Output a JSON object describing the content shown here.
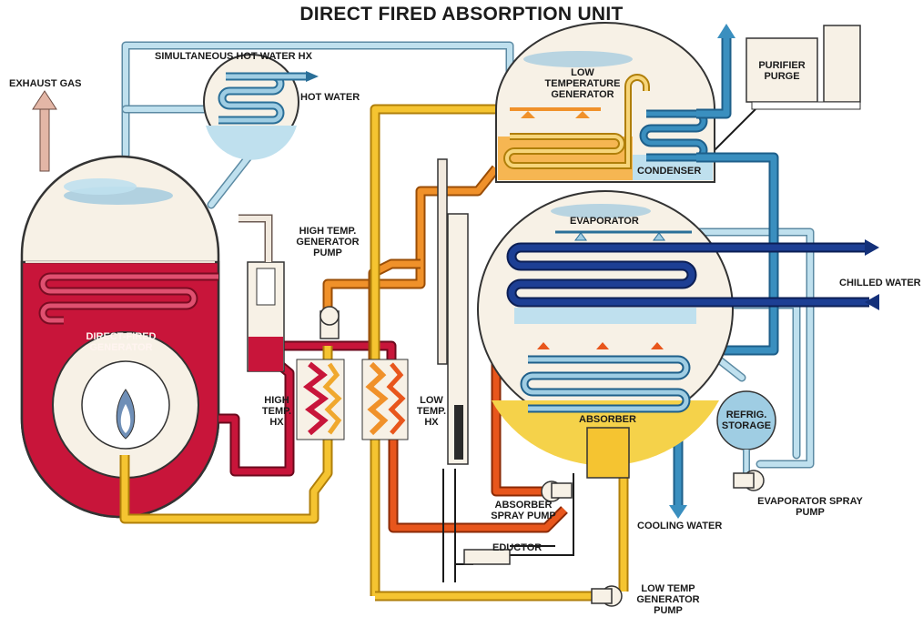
{
  "title": "DIRECT FIRED ABSORPTION UNIT",
  "labels": {
    "exhaust_gas": "EXHAUST GAS",
    "simultaneous_hot_water_hx": "SIMULTANEOUS HOT WATER HX",
    "hot_water": "HOT WATER",
    "low_temp_generator_1": "LOW",
    "low_temp_generator_2": "TEMPERATURE",
    "low_temp_generator_3": "GENERATOR",
    "purifier_purge_1": "PURIFIER",
    "purifier_purge_2": "PURGE",
    "condenser": "CONDENSER",
    "evaporator": "EVAPORATOR",
    "chilled_water": "CHILLED WATER",
    "high_temp_generator_pump_1": "HIGH TEMP.",
    "high_temp_generator_pump_2": "GENERATOR",
    "high_temp_generator_pump_3": "PUMP",
    "direct_fired_generator_1": "DIRECT-FIRED",
    "direct_fired_generator_2": "GENERATOR",
    "high_temp_hx_1": "HIGH",
    "high_temp_hx_2": "TEMP.",
    "high_temp_hx_3": "HX",
    "low_temp_hx_1": "LOW",
    "low_temp_hx_2": "TEMP.",
    "low_temp_hx_3": "HX",
    "refrig_storage_1": "REFRIG.",
    "refrig_storage_2": "STORAGE",
    "absorber": "ABSORBER",
    "absorber_spray_pump_1": "ABSORBER",
    "absorber_spray_pump_2": "SPRAY PUMP",
    "cooling_water": "COOLING WATER",
    "evaporator_spray_pump_1": "EVAPORATOR SPRAY",
    "evaporator_spray_pump_2": "PUMP",
    "eductor": "EDUCTOR",
    "low_temp_generator_pump_1": "LOW TEMP",
    "low_temp_generator_pump_2": "GENERATOR",
    "low_temp_generator_pump_3": "PUMP"
  },
  "colors": {
    "strong_solution_red": "#c8153a",
    "intermediate_orange": "#f0912a",
    "weak_solution_yellow": "#f5c431",
    "refrigerant_light_blue": "#a9d3e6",
    "condenser_water_blue": "#3a8fbf",
    "chilled_water_navy": "#13307a",
    "vessel_cream": "#f7f1e6",
    "exhaust_pink": "#e3b6a6"
  }
}
